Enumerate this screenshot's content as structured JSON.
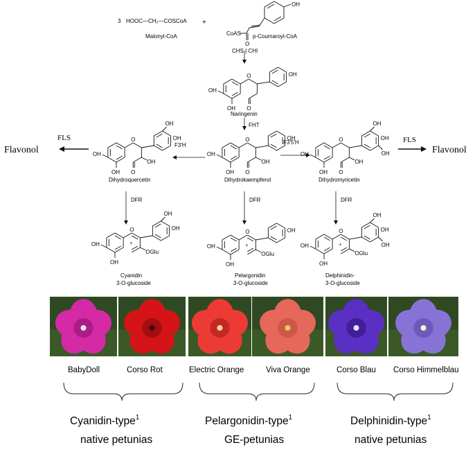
{
  "reactants": {
    "malonyl": {
      "coef": "3",
      "formula": "HOOC—CH₂—COSCoA",
      "name": "Malonyl-CoA"
    },
    "plus": "+",
    "coumaroyl": {
      "coas": "CoAS",
      "oxygen": "O",
      "oh": "OH",
      "name": "p-Coumaroyl-CoA"
    }
  },
  "labels": {
    "OH": "OH",
    "O": "O",
    "OGlu": "OGlu",
    "plus": "+"
  },
  "enzymes": {
    "chs_chi": "CHS | CHI",
    "fht": "FHT",
    "f3h": "F3'H",
    "f35h": "F3'5'H",
    "fls": "FLS",
    "dfr": "DFR"
  },
  "compounds": {
    "naringenin": "Naringenin",
    "dihydroquercetin": "Dihydroquercetin",
    "dihydrokaempferol": "Dihydrokaempferol",
    "dihydromyricetin": "Dihydromyricetin",
    "cyanidin": [
      "Cyanidin",
      "3-O-glucoside"
    ],
    "pelargonidin": [
      "Pelargonidin",
      "3-O-glucoside"
    ],
    "delphinidin": [
      "Delphinidin-",
      "3-O-glucoside"
    ]
  },
  "products": {
    "flavonol": "Flavonol"
  },
  "petunias": [
    {
      "name": "BabyDoll",
      "petal": "#d42aa6",
      "dark": "#8a1070",
      "center": "#f2e0f0"
    },
    {
      "name": "Corso Rot",
      "petal": "#d51418",
      "dark": "#7a0a0c",
      "center": "#4a0606"
    },
    {
      "name": "Electric Orange",
      "petal": "#ec3b34",
      "dark": "#a51a16",
      "center": "#ffd7a0"
    },
    {
      "name": "Viva Orange",
      "petal": "#e6685a",
      "dark": "#b84a3a",
      "center": "#f3c36a"
    },
    {
      "name": "Corso Blau",
      "petal": "#5a2fc4",
      "dark": "#2c1274",
      "center": "#e8e0ff"
    },
    {
      "name": "Corso Himmelblau",
      "petal": "#8773d6",
      "dark": "#5443a6",
      "center": "#fff6d0"
    }
  ],
  "groups": [
    {
      "line1": "Cyanidin-type",
      "sup": "1",
      "line2": "native petunias"
    },
    {
      "line1": "Pelargonidin-type",
      "sup": "1",
      "line2": "GE-petunias"
    },
    {
      "line1": "Delphinidin-type",
      "sup": "1",
      "line2": "native petunias"
    }
  ]
}
